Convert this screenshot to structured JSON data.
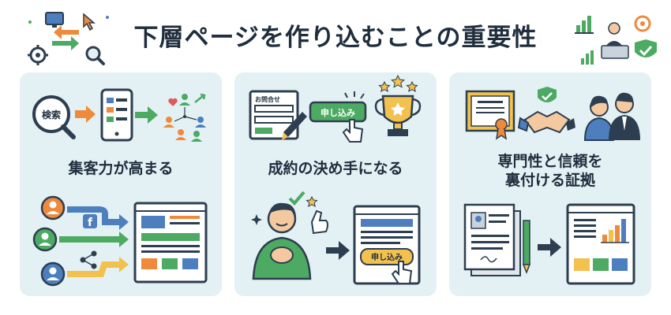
{
  "title": "下層ページを作り込むことの重要性",
  "panels": [
    {
      "caption": "集客力が高まる",
      "search_label": "検索",
      "social_label": "f"
    },
    {
      "caption": "成約の決め手になる",
      "form_title": "お問合せ",
      "cta_label": "申し込み",
      "cta_label_page": "申し込み"
    },
    {
      "caption_line1": "専門性と信頼を",
      "caption_line2": "裏付ける証拠"
    }
  ],
  "colors": {
    "panel_bg": "#e4f1f4",
    "navy": "#2d3e50",
    "orange": "#ef8a3c",
    "green": "#4caa62",
    "blue": "#4d7fbf",
    "yellow": "#f2c14e",
    "text": "#1f2d3d"
  }
}
